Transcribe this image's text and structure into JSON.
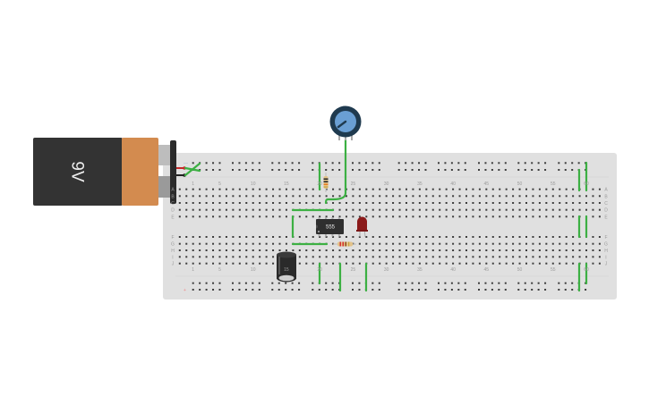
{
  "battery": {
    "label": "9V",
    "colors": {
      "body": "#333333",
      "cap": "#d38b4f"
    }
  },
  "ic": {
    "label": "555"
  },
  "breadboard": {
    "column_labels": [
      "1",
      "5",
      "10",
      "15",
      "20",
      "25",
      "30",
      "35",
      "40",
      "45",
      "50",
      "55",
      "60"
    ],
    "row_labels_top": [
      "A",
      "B",
      "C",
      "D",
      "E"
    ],
    "row_labels_bottom": [
      "F",
      "G",
      "H",
      "I",
      "J"
    ],
    "rail_minus": "—",
    "rail_plus": "+"
  },
  "colors": {
    "wire": "#3cb043",
    "board": "#e0e0e0",
    "led": "#8b1a1a",
    "pot": "#1f3a4f",
    "pot_knob": "#6a9fd4"
  }
}
